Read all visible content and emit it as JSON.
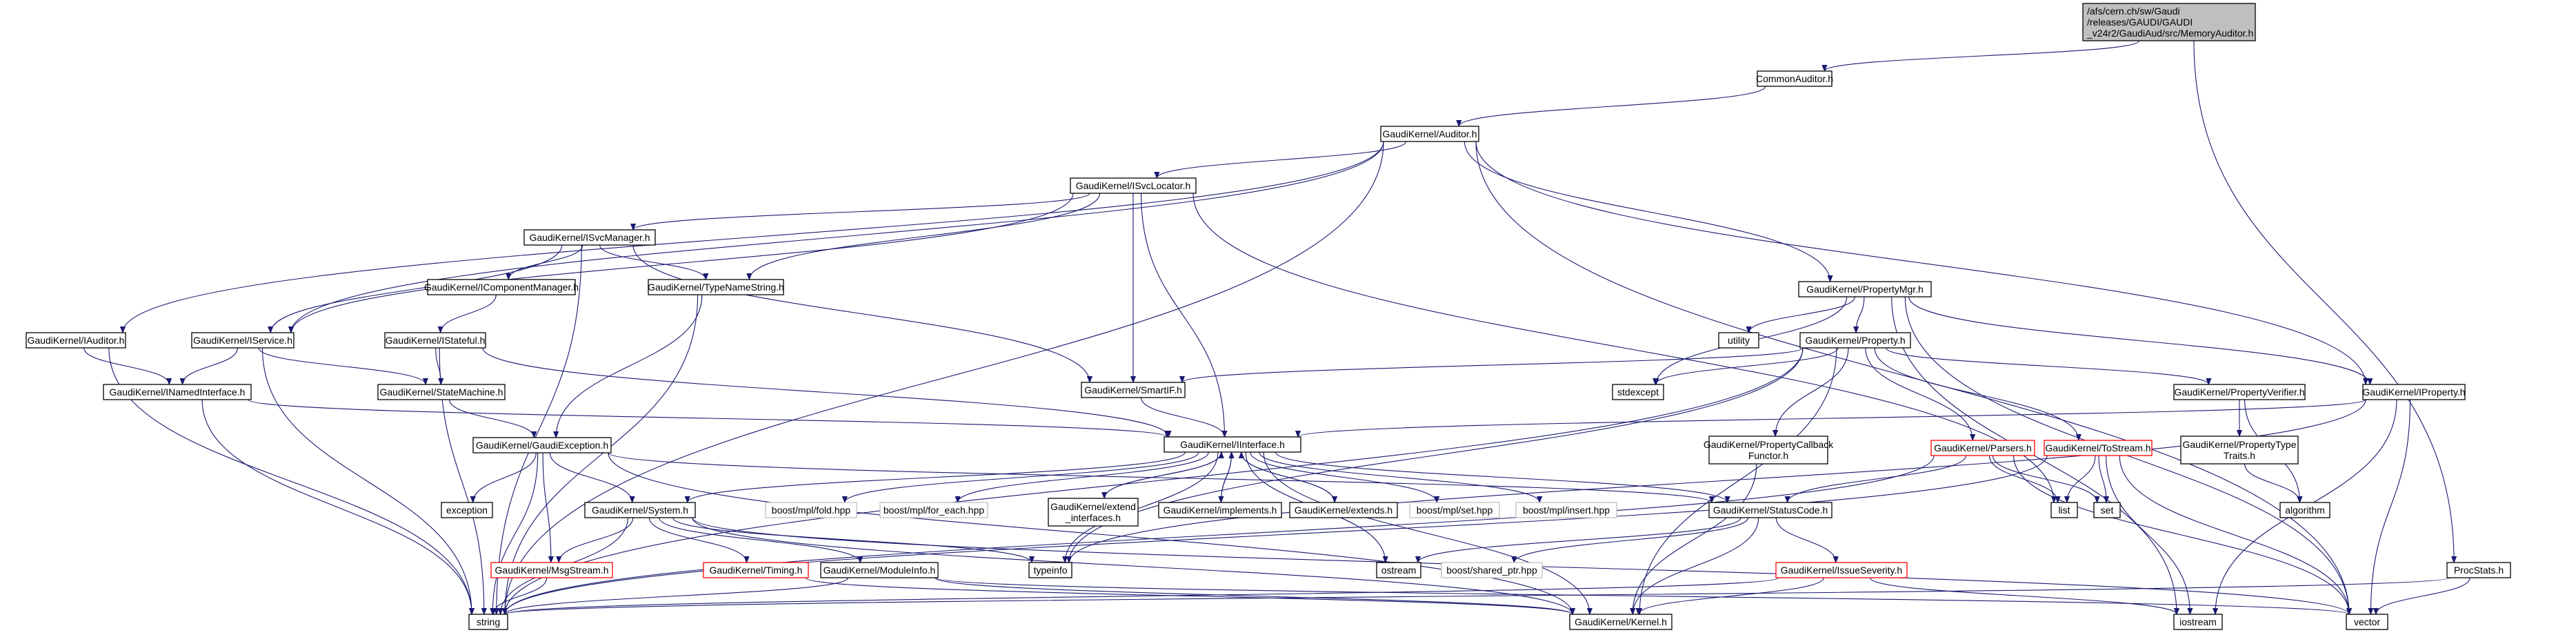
{
  "colors": {
    "edge": "#191970",
    "root_fill": "#bfbfbf",
    "root_stroke": "#000000",
    "normal_stroke": "#000000",
    "truncated_stroke": "#ff0000",
    "external_stroke": "#bfbfbf",
    "fill": "#ffffff"
  },
  "nodes": [
    {
      "id": "root",
      "lines": [
        "/afs/cern.ch/sw/Gaudi",
        "/releases/GAUDI/GAUDI",
        "_v24r2/GaudiAud/src/MemoryAuditor.h"
      ],
      "kind": "root"
    },
    {
      "id": "commonauditor",
      "lines": [
        "CommonAuditor.h"
      ],
      "kind": "normal"
    },
    {
      "id": "auditor",
      "lines": [
        "GaudiKernel/Auditor.h"
      ],
      "kind": "normal"
    },
    {
      "id": "isvclocator",
      "lines": [
        "GaudiKernel/ISvcLocator.h"
      ],
      "kind": "normal"
    },
    {
      "id": "isvcmanager",
      "lines": [
        "GaudiKernel/ISvcManager.h"
      ],
      "kind": "normal"
    },
    {
      "id": "icomponentmanager",
      "lines": [
        "GaudiKernel/IComponentManager.h"
      ],
      "kind": "normal"
    },
    {
      "id": "typenamestring",
      "lines": [
        "GaudiKernel/TypeNameString.h"
      ],
      "kind": "normal"
    },
    {
      "id": "iauditor",
      "lines": [
        "GaudiKernel/IAuditor.h"
      ],
      "kind": "normal"
    },
    {
      "id": "iservice",
      "lines": [
        "GaudiKernel/IService.h"
      ],
      "kind": "normal"
    },
    {
      "id": "istateful",
      "lines": [
        "GaudiKernel/IStateful.h"
      ],
      "kind": "normal"
    },
    {
      "id": "inamedinterface",
      "lines": [
        "GaudiKernel/INamedInterface.h"
      ],
      "kind": "normal"
    },
    {
      "id": "statemachine",
      "lines": [
        "GaudiKernel/StateMachine.h"
      ],
      "kind": "normal"
    },
    {
      "id": "smartif",
      "lines": [
        "GaudiKernel/SmartIF.h"
      ],
      "kind": "normal"
    },
    {
      "id": "gaudiexception",
      "lines": [
        "GaudiKernel/GaudiException.h"
      ],
      "kind": "normal"
    },
    {
      "id": "iinterface",
      "lines": [
        "GaudiKernel/IInterface.h"
      ],
      "kind": "normal"
    },
    {
      "id": "propertymgr",
      "lines": [
        "GaudiKernel/PropertyMgr.h"
      ],
      "kind": "normal"
    },
    {
      "id": "utility",
      "lines": [
        "utility"
      ],
      "kind": "normal"
    },
    {
      "id": "property",
      "lines": [
        "GaudiKernel/Property.h"
      ],
      "kind": "normal"
    },
    {
      "id": "stdexcept",
      "lines": [
        "stdexcept"
      ],
      "kind": "normal"
    },
    {
      "id": "propertyverifier",
      "lines": [
        "GaudiKernel/PropertyVerifier.h"
      ],
      "kind": "normal"
    },
    {
      "id": "iproperty",
      "lines": [
        "GaudiKernel/IProperty.h"
      ],
      "kind": "normal"
    },
    {
      "id": "propertycallback",
      "lines": [
        "GaudiKernel/PropertyCallback",
        "Functor.h"
      ],
      "kind": "normal"
    },
    {
      "id": "parsers",
      "lines": [
        "GaudiKernel/Parsers.h"
      ],
      "kind": "truncated"
    },
    {
      "id": "tostream",
      "lines": [
        "GaudiKernel/ToStream.h"
      ],
      "kind": "truncated"
    },
    {
      "id": "propertytypetraits",
      "lines": [
        "GaudiKernel/PropertyType",
        "Traits.h"
      ],
      "kind": "normal"
    },
    {
      "id": "algorithm",
      "lines": [
        "algorithm"
      ],
      "kind": "normal"
    },
    {
      "id": "list",
      "lines": [
        "list"
      ],
      "kind": "normal"
    },
    {
      "id": "set",
      "lines": [
        "set"
      ],
      "kind": "normal"
    },
    {
      "id": "exception",
      "lines": [
        "exception"
      ],
      "kind": "normal"
    },
    {
      "id": "system",
      "lines": [
        "GaudiKernel/System.h"
      ],
      "kind": "normal"
    },
    {
      "id": "mplfold",
      "lines": [
        "boost/mpl/fold.hpp"
      ],
      "kind": "external"
    },
    {
      "id": "mplforeach",
      "lines": [
        "boost/mpl/for_each.hpp"
      ],
      "kind": "external"
    },
    {
      "id": "extendinterfaces",
      "lines": [
        "GaudiKernel/extend",
        "_interfaces.h"
      ],
      "kind": "normal"
    },
    {
      "id": "implements",
      "lines": [
        "GaudiKernel/implements.h"
      ],
      "kind": "normal"
    },
    {
      "id": "extends",
      "lines": [
        "GaudiKernel/extends.h"
      ],
      "kind": "normal"
    },
    {
      "id": "mplset",
      "lines": [
        "boost/mpl/set.hpp"
      ],
      "kind": "external"
    },
    {
      "id": "mplinsert",
      "lines": [
        "boost/mpl/insert.hpp"
      ],
      "kind": "external"
    },
    {
      "id": "statuscode",
      "lines": [
        "GaudiKernel/StatusCode.h"
      ],
      "kind": "normal"
    },
    {
      "id": "msgstream",
      "lines": [
        "GaudiKernel/MsgStream.h"
      ],
      "kind": "truncated"
    },
    {
      "id": "timing",
      "lines": [
        "GaudiKernel/Timing.h"
      ],
      "kind": "truncated"
    },
    {
      "id": "moduleinfo",
      "lines": [
        "GaudiKernel/ModuleInfo.h"
      ],
      "kind": "normal"
    },
    {
      "id": "typeinfo",
      "lines": [
        "typeinfo"
      ],
      "kind": "normal"
    },
    {
      "id": "ostream",
      "lines": [
        "ostream"
      ],
      "kind": "normal"
    },
    {
      "id": "sharedptr",
      "lines": [
        "boost/shared_ptr.hpp"
      ],
      "kind": "external"
    },
    {
      "id": "issueseverity",
      "lines": [
        "GaudiKernel/IssueSeverity.h"
      ],
      "kind": "truncated"
    },
    {
      "id": "procstats",
      "lines": [
        "ProcStats.h"
      ],
      "kind": "normal"
    },
    {
      "id": "string",
      "lines": [
        "string"
      ],
      "kind": "normal"
    },
    {
      "id": "kernel",
      "lines": [
        "GaudiKernel/Kernel.h"
      ],
      "kind": "normal"
    },
    {
      "id": "iostream",
      "lines": [
        "iostream"
      ],
      "kind": "normal"
    },
    {
      "id": "vector",
      "lines": [
        "vector"
      ],
      "kind": "normal"
    }
  ],
  "edges": [
    [
      "root",
      "commonauditor"
    ],
    [
      "root",
      "procstats"
    ],
    [
      "commonauditor",
      "auditor"
    ],
    [
      "auditor",
      "isvclocator"
    ],
    [
      "auditor",
      "iauditor"
    ],
    [
      "auditor",
      "iservice"
    ],
    [
      "auditor",
      "propertymgr"
    ],
    [
      "auditor",
      "iproperty"
    ],
    [
      "auditor",
      "string"
    ],
    [
      "auditor",
      "vector"
    ],
    [
      "isvclocator",
      "isvcmanager"
    ],
    [
      "isvclocator",
      "typenamestring"
    ],
    [
      "isvclocator",
      "smartif"
    ],
    [
      "isvclocator",
      "iinterface"
    ],
    [
      "isvclocator",
      "iservice"
    ],
    [
      "isvclocator",
      "list"
    ],
    [
      "isvcmanager",
      "icomponentmanager"
    ],
    [
      "isvcmanager",
      "typenamestring"
    ],
    [
      "isvcmanager",
      "iservice"
    ],
    [
      "isvcmanager",
      "smartif"
    ],
    [
      "isvcmanager",
      "string"
    ],
    [
      "icomponentmanager",
      "istateful"
    ],
    [
      "typenamestring",
      "string"
    ],
    [
      "typenamestring",
      "gaudiexception"
    ],
    [
      "iauditor",
      "inamedinterface"
    ],
    [
      "iauditor",
      "string"
    ],
    [
      "iservice",
      "inamedinterface"
    ],
    [
      "iservice",
      "statemachine"
    ],
    [
      "iservice",
      "string"
    ],
    [
      "istateful",
      "statemachine"
    ],
    [
      "istateful",
      "iinterface"
    ],
    [
      "istateful",
      "string"
    ],
    [
      "inamedinterface",
      "iinterface"
    ],
    [
      "inamedinterface",
      "string"
    ],
    [
      "statemachine",
      "gaudiexception"
    ],
    [
      "smartif",
      "iinterface"
    ],
    [
      "gaudiexception",
      "exception"
    ],
    [
      "gaudiexception",
      "system"
    ],
    [
      "gaudiexception",
      "msgstream"
    ],
    [
      "gaudiexception",
      "statuscode"
    ],
    [
      "gaudiexception",
      "string"
    ],
    [
      "gaudiexception",
      "kernel"
    ],
    [
      "iinterface",
      "system"
    ],
    [
      "iinterface",
      "mplfold"
    ],
    [
      "iinterface",
      "mplforeach"
    ],
    [
      "iinterface",
      "extendinterfaces"
    ],
    [
      "iinterface",
      "implements"
    ],
    [
      "iinterface",
      "extends"
    ],
    [
      "iinterface",
      "mplset"
    ],
    [
      "iinterface",
      "mplinsert"
    ],
    [
      "iinterface",
      "statuscode"
    ],
    [
      "iinterface",
      "typeinfo"
    ],
    [
      "iinterface",
      "ostream"
    ],
    [
      "iinterface",
      "kernel"
    ],
    [
      "extendinterfaces",
      "iinterface"
    ],
    [
      "implements",
      "iinterface"
    ],
    [
      "extends",
      "iinterface"
    ],
    [
      "propertymgr",
      "utility"
    ],
    [
      "propertymgr",
      "property"
    ],
    [
      "propertymgr",
      "stdexcept"
    ],
    [
      "propertymgr",
      "iproperty"
    ],
    [
      "propertymgr",
      "iostream"
    ],
    [
      "propertymgr",
      "vector"
    ],
    [
      "property",
      "smartif"
    ],
    [
      "property",
      "stdexcept"
    ],
    [
      "property",
      "propertyverifier"
    ],
    [
      "property",
      "propertycallback"
    ],
    [
      "property",
      "parsers"
    ],
    [
      "property",
      "tostream"
    ],
    [
      "property",
      "typeinfo"
    ],
    [
      "property",
      "string"
    ],
    [
      "property",
      "kernel"
    ],
    [
      "propertyverifier",
      "propertytypetraits"
    ],
    [
      "propertyverifier",
      "algorithm"
    ],
    [
      "propertytypetraits",
      "algorithm"
    ],
    [
      "iproperty",
      "iinterface"
    ],
    [
      "iproperty",
      "typeinfo"
    ],
    [
      "iproperty",
      "iostream"
    ],
    [
      "iproperty",
      "vector"
    ],
    [
      "propertycallback",
      "kernel"
    ],
    [
      "parsers",
      "statuscode"
    ],
    [
      "parsers",
      "list"
    ],
    [
      "parsers",
      "set"
    ],
    [
      "parsers",
      "string"
    ],
    [
      "parsers",
      "vector"
    ],
    [
      "tostream",
      "list"
    ],
    [
      "tostream",
      "set"
    ],
    [
      "tostream",
      "iostream"
    ],
    [
      "tostream",
      "string"
    ],
    [
      "tostream",
      "vector"
    ],
    [
      "system",
      "timing"
    ],
    [
      "system",
      "moduleinfo"
    ],
    [
      "system",
      "msgstream"
    ],
    [
      "system",
      "typeinfo"
    ],
    [
      "system",
      "string"
    ],
    [
      "system",
      "kernel"
    ],
    [
      "system",
      "vector"
    ],
    [
      "msgstream",
      "string"
    ],
    [
      "timing",
      "kernel"
    ],
    [
      "moduleinfo",
      "string"
    ],
    [
      "moduleinfo",
      "kernel"
    ],
    [
      "moduleinfo",
      "vector"
    ],
    [
      "statuscode",
      "ostream"
    ],
    [
      "statuscode",
      "sharedptr"
    ],
    [
      "statuscode",
      "issueseverity"
    ],
    [
      "statuscode",
      "kernel"
    ],
    [
      "issueseverity",
      "string"
    ],
    [
      "issueseverity",
      "kernel"
    ],
    [
      "issueseverity",
      "iostream"
    ],
    [
      "procstats",
      "string"
    ],
    [
      "procstats",
      "vector"
    ]
  ]
}
